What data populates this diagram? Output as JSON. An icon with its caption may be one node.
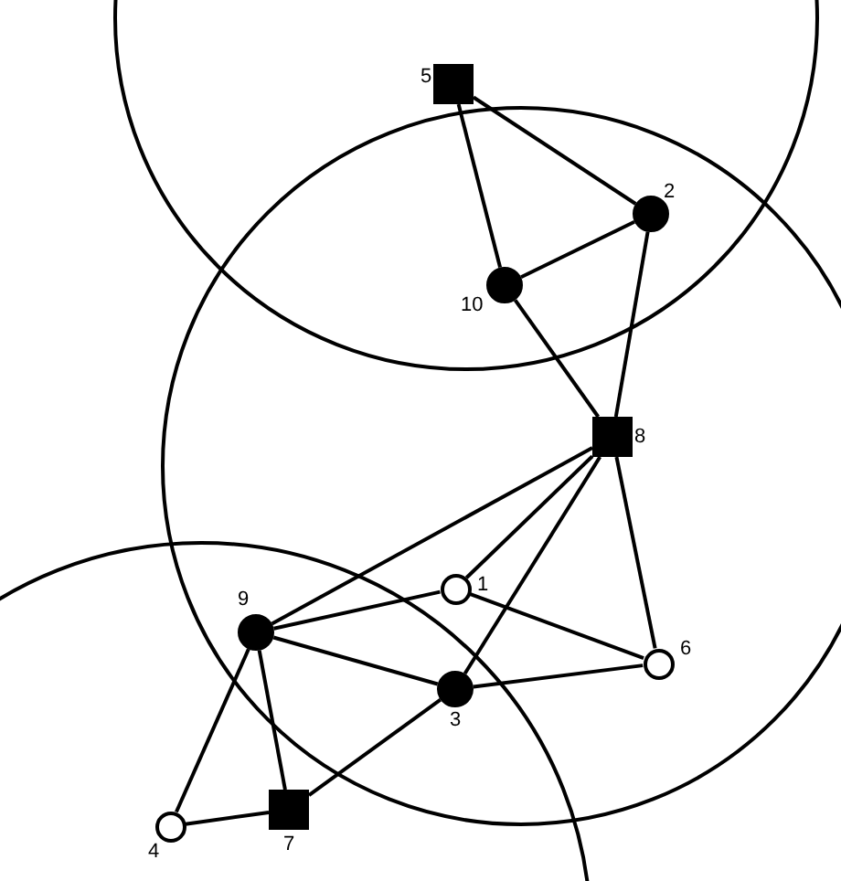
{
  "diagram": {
    "nodes": [
      {
        "text": [],
        "shape": "box",
        "beside": [
          "5"
        ]
      },
      {
        "text": [],
        "shape": "dot",
        "beside": [
          "2"
        ]
      },
      {
        "text": [],
        "shape": "dot",
        "beside": [
          "10"
        ]
      },
      {
        "text": [],
        "shape": "box",
        "beside": [
          "8"
        ]
      },
      {
        "text": [],
        "shape": "circle",
        "beside": [
          "1"
        ]
      },
      {
        "text": [],
        "shape": "dot",
        "beside": [
          "9"
        ]
      },
      {
        "text": [],
        "shape": "circle",
        "beside": [
          "6"
        ]
      },
      {
        "text": [],
        "shape": "dot",
        "beside": [
          "3"
        ]
      },
      {
        "text": [],
        "shape": "circle",
        "beside": [
          "4"
        ]
      },
      {
        "text": [],
        "shape": "box",
        "beside": [
          "7"
        ]
      }
    ],
    "edges": [
      {
        "from": 0,
        "to": 2,
        "arrow": "none"
      },
      {
        "from": 0,
        "to": 1,
        "arrow": "none"
      },
      {
        "from": 2,
        "to": 1,
        "arrow": "none"
      },
      {
        "from": 2,
        "to": 3,
        "arrow": "none"
      },
      {
        "from": 1,
        "to": 3,
        "arrow": "none"
      },
      {
        "from": 3,
        "to": 5,
        "arrow": "none"
      },
      {
        "from": 3,
        "to": 4,
        "arrow": "none"
      },
      {
        "from": 3,
        "to": 7,
        "arrow": "none"
      },
      {
        "from": 3,
        "to": 6,
        "arrow": "none"
      },
      {
        "from": 5,
        "to": 4,
        "arrow": "none"
      },
      {
        "from": 4,
        "to": 6,
        "arrow": "none"
      },
      {
        "from": 5,
        "to": 7,
        "arrow": "none"
      },
      {
        "from": 7,
        "to": 6,
        "arrow": "none"
      },
      {
        "from": 5,
        "to": 8,
        "arrow": "none"
      },
      {
        "from": 5,
        "to": 9,
        "arrow": "none"
      },
      {
        "from": 8,
        "to": 9,
        "arrow": "none"
      },
      {
        "from": 9,
        "to": 7,
        "arrow": "none"
      }
    ]
  }
}
